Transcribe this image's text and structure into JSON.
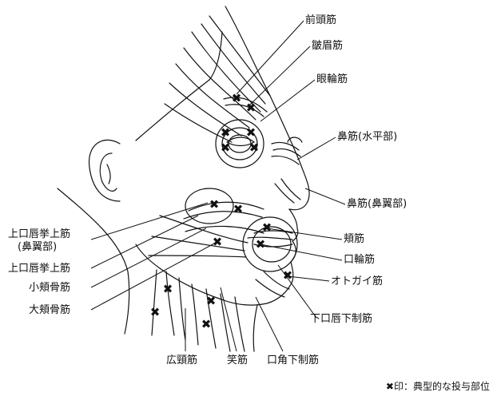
{
  "labels": {
    "frontalis": "前頭筋",
    "corrugator": "皺眉筋",
    "orbicularis_oculi": "眼輪筋",
    "nasalis_transverse": "鼻筋(水平部)",
    "nasalis_alar": "鼻筋(鼻翼部)",
    "buccinator": "頬筋",
    "orbicularis_oris": "口輪筋",
    "modiolus": "オトガイ筋",
    "depressor_labii": "下口唇下制筋",
    "depressor_anguli": "口角下制筋",
    "risorius": "笑筋",
    "platysma": "広頸筋",
    "zygomaticus_major": "大頬骨筋",
    "zygomaticus_minor": "小頬骨筋",
    "levator_labii": "上口唇挙上筋",
    "levator_labii_alaeque_line1": "上口唇挙上筋",
    "levator_labii_alaeque_line2": "(鼻翼部)"
  },
  "legend": {
    "marker": "✖",
    "text": "印：典型的な投与部位"
  },
  "colors": {
    "ink": "#111111",
    "background": "#ffffff"
  }
}
